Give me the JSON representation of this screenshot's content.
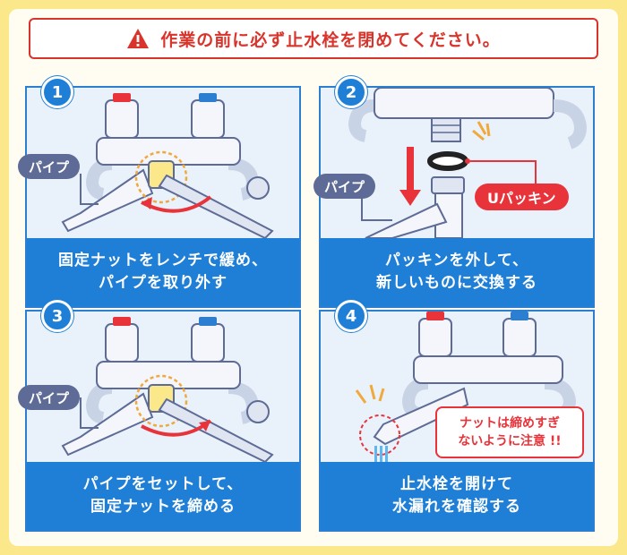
{
  "warning": {
    "text": "作業の前に必ず止水栓を閉めてください。"
  },
  "steps": [
    {
      "number": "1",
      "caption_line1": "固定ナットをレンチで緩め、",
      "caption_line2": "パイプを取り外す",
      "label": "パイプ"
    },
    {
      "number": "2",
      "caption_line1": "パッキンを外して、",
      "caption_line2": "新しいものに交換する",
      "label": "パイプ",
      "callout": "Uパッキン"
    },
    {
      "number": "3",
      "caption_line1": "パイプをセットして、",
      "caption_line2": "固定ナットを締める",
      "label": "パイプ"
    },
    {
      "number": "4",
      "caption_line1": "止水栓を開けて",
      "caption_line2": "水漏れを確認する",
      "note_line1": "ナットは締めすぎ",
      "note_line2": "ないように注意 !!"
    }
  ],
  "colors": {
    "accent_blue": "#1f7fd6",
    "warning_red": "#d9342c",
    "background_yellow": "#fbe88a",
    "label_slate": "#5d6b96"
  }
}
